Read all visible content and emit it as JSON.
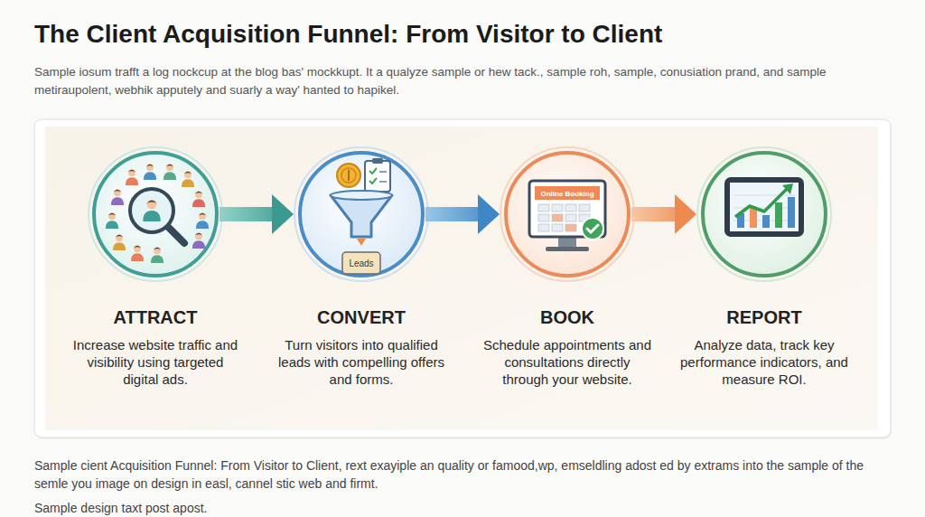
{
  "diagram": {
    "title": "The Client Acquisition Funnel: From Visitor to Client",
    "nodes": [
      {
        "text": [
          "ATTRACT",
          "Increase website traffic and visibility using targeted digital ads."
        ]
      },
      {
        "text": [
          "CONVERT",
          "Turn visitors into qualified leads with compelling offers and forms."
        ]
      },
      {
        "text": [
          "BOOK",
          "Schedule appointments and consultations directly through your website."
        ]
      },
      {
        "text": [
          "REPORT",
          "Analyze data, track key performance indicators, and measure ROI."
        ]
      }
    ],
    "edges": [
      {
        "from": 0,
        "to": 1,
        "arrow": "to"
      },
      {
        "from": 1,
        "to": 2,
        "arrow": "to"
      },
      {
        "from": 2,
        "to": 3,
        "arrow": "to"
      }
    ],
    "labels": [
      "Sample iosum trafft a log nockcup at the blog bas' mockkupt. It a qualyze sample or hew tack., sample roh, sample, conusiation prand, and sample metiraupolent, webhik apputely and suarly a way' hanted to hapikel.",
      "Leads",
      "Online Booking",
      "Sample cient Acquisition Funnel: From Visitor to Client, rext exayiple an quality or famood,wp, emseldling adost ed by extrams into the sample of the semle you image on design in easl, cannel stic web and firmt.",
      "Sample design taxt post apost."
    ]
  }
}
